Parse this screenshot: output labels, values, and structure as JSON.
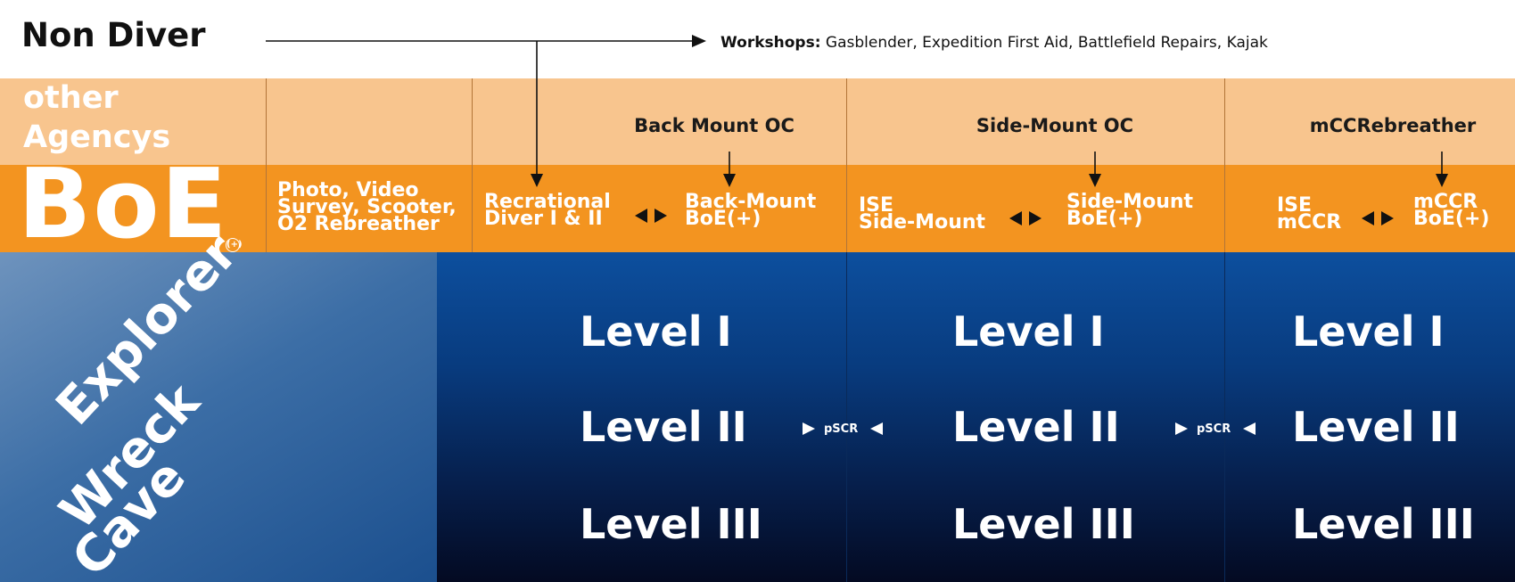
{
  "non_diver": {
    "label": "Non Diver",
    "workshops_label": "Workshops:",
    "workshops_text": " Gasblender, Expedition First Aid, Battlefield Repairs, Kajak"
  },
  "other_agencys": {
    "line1": "other",
    "line2": "Agencys"
  },
  "boe": {
    "logo": "BoE",
    "plus": "(+)",
    "specialties": [
      "Photo, Video",
      "Survey, Scooter,",
      "O2 Rebreather"
    ]
  },
  "columns": [
    {
      "header": "Back Mount OC",
      "left_lines": [
        "Recrational",
        "Diver I & II"
      ],
      "right_lines": [
        "Back-Mount",
        "BoE(+)"
      ],
      "levels": [
        "Level I",
        "Level II",
        "Level III"
      ]
    },
    {
      "header": "Side-Mount OC",
      "left_lines": [
        "ISE",
        "Side-Mount"
      ],
      "right_lines": [
        "Side-Mount",
        "BoE(+)"
      ],
      "levels": [
        "Level I",
        "Level II",
        "Level III"
      ]
    },
    {
      "header": "mCCRebreather",
      "left_lines": [
        "ISE",
        "mCCR"
      ],
      "right_lines": [
        "mCCR",
        "BoE(+)"
      ],
      "levels": [
        "Level I",
        "Level II",
        "Level III"
      ]
    }
  ],
  "pscr_label": "pSCR",
  "tracks": [
    "Explorer",
    "Wreck",
    "Cave"
  ],
  "colors": {
    "agency_band": "#f8c58e",
    "boe_band": "#f39420",
    "levels_top": "#0d4f9e",
    "levels_bottom": "#040a22"
  }
}
